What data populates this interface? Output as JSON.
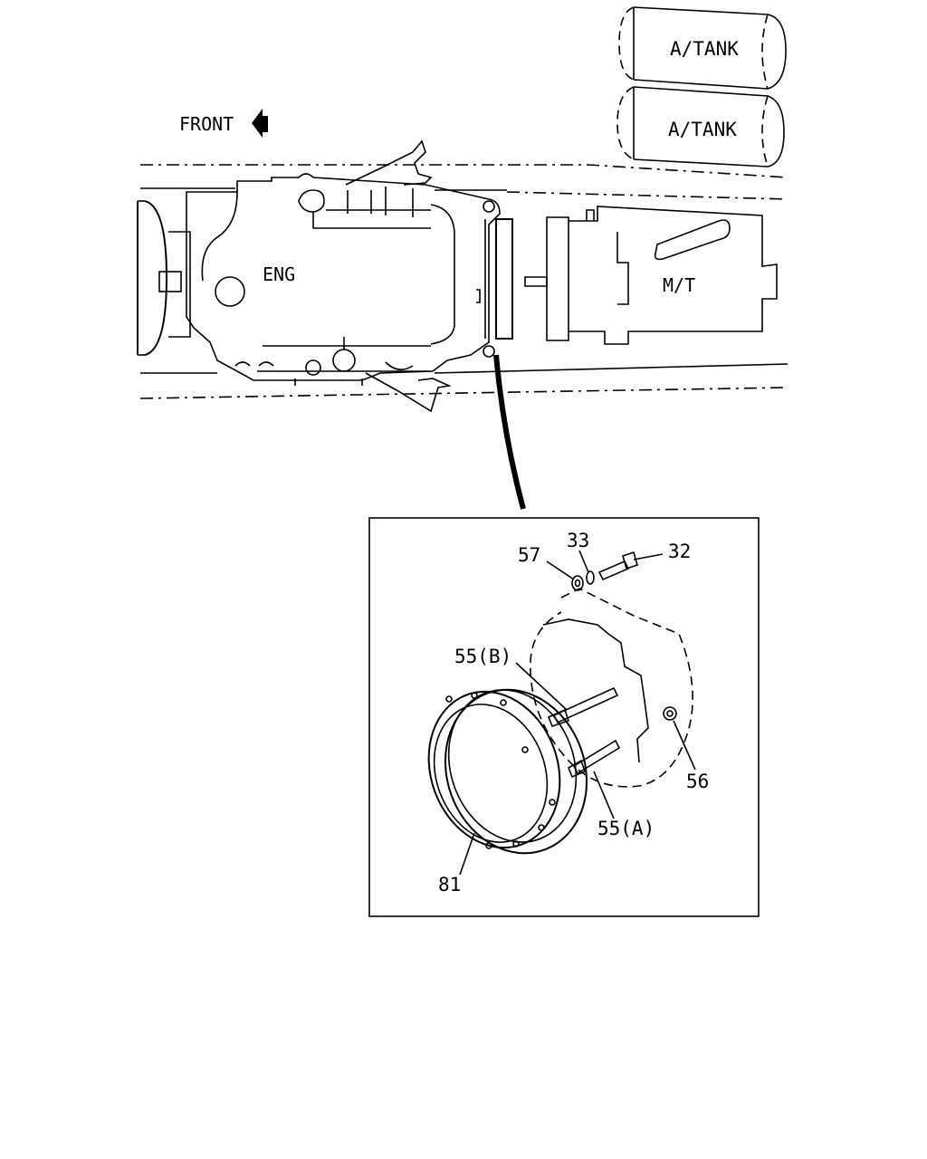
{
  "overview": {
    "front_label": "FRONT",
    "engine_label": "ENG",
    "transmission_label": "M/T",
    "air_tank_labels": [
      "A/TANK",
      "A/TANK"
    ]
  },
  "detail": {
    "callouts": {
      "nut_57": "57",
      "washer_33": "33",
      "bolt_32": "32",
      "stud_55b": "55(B)",
      "nut_56": "56",
      "stud_55a": "55(A)",
      "housing_81": "81"
    }
  }
}
